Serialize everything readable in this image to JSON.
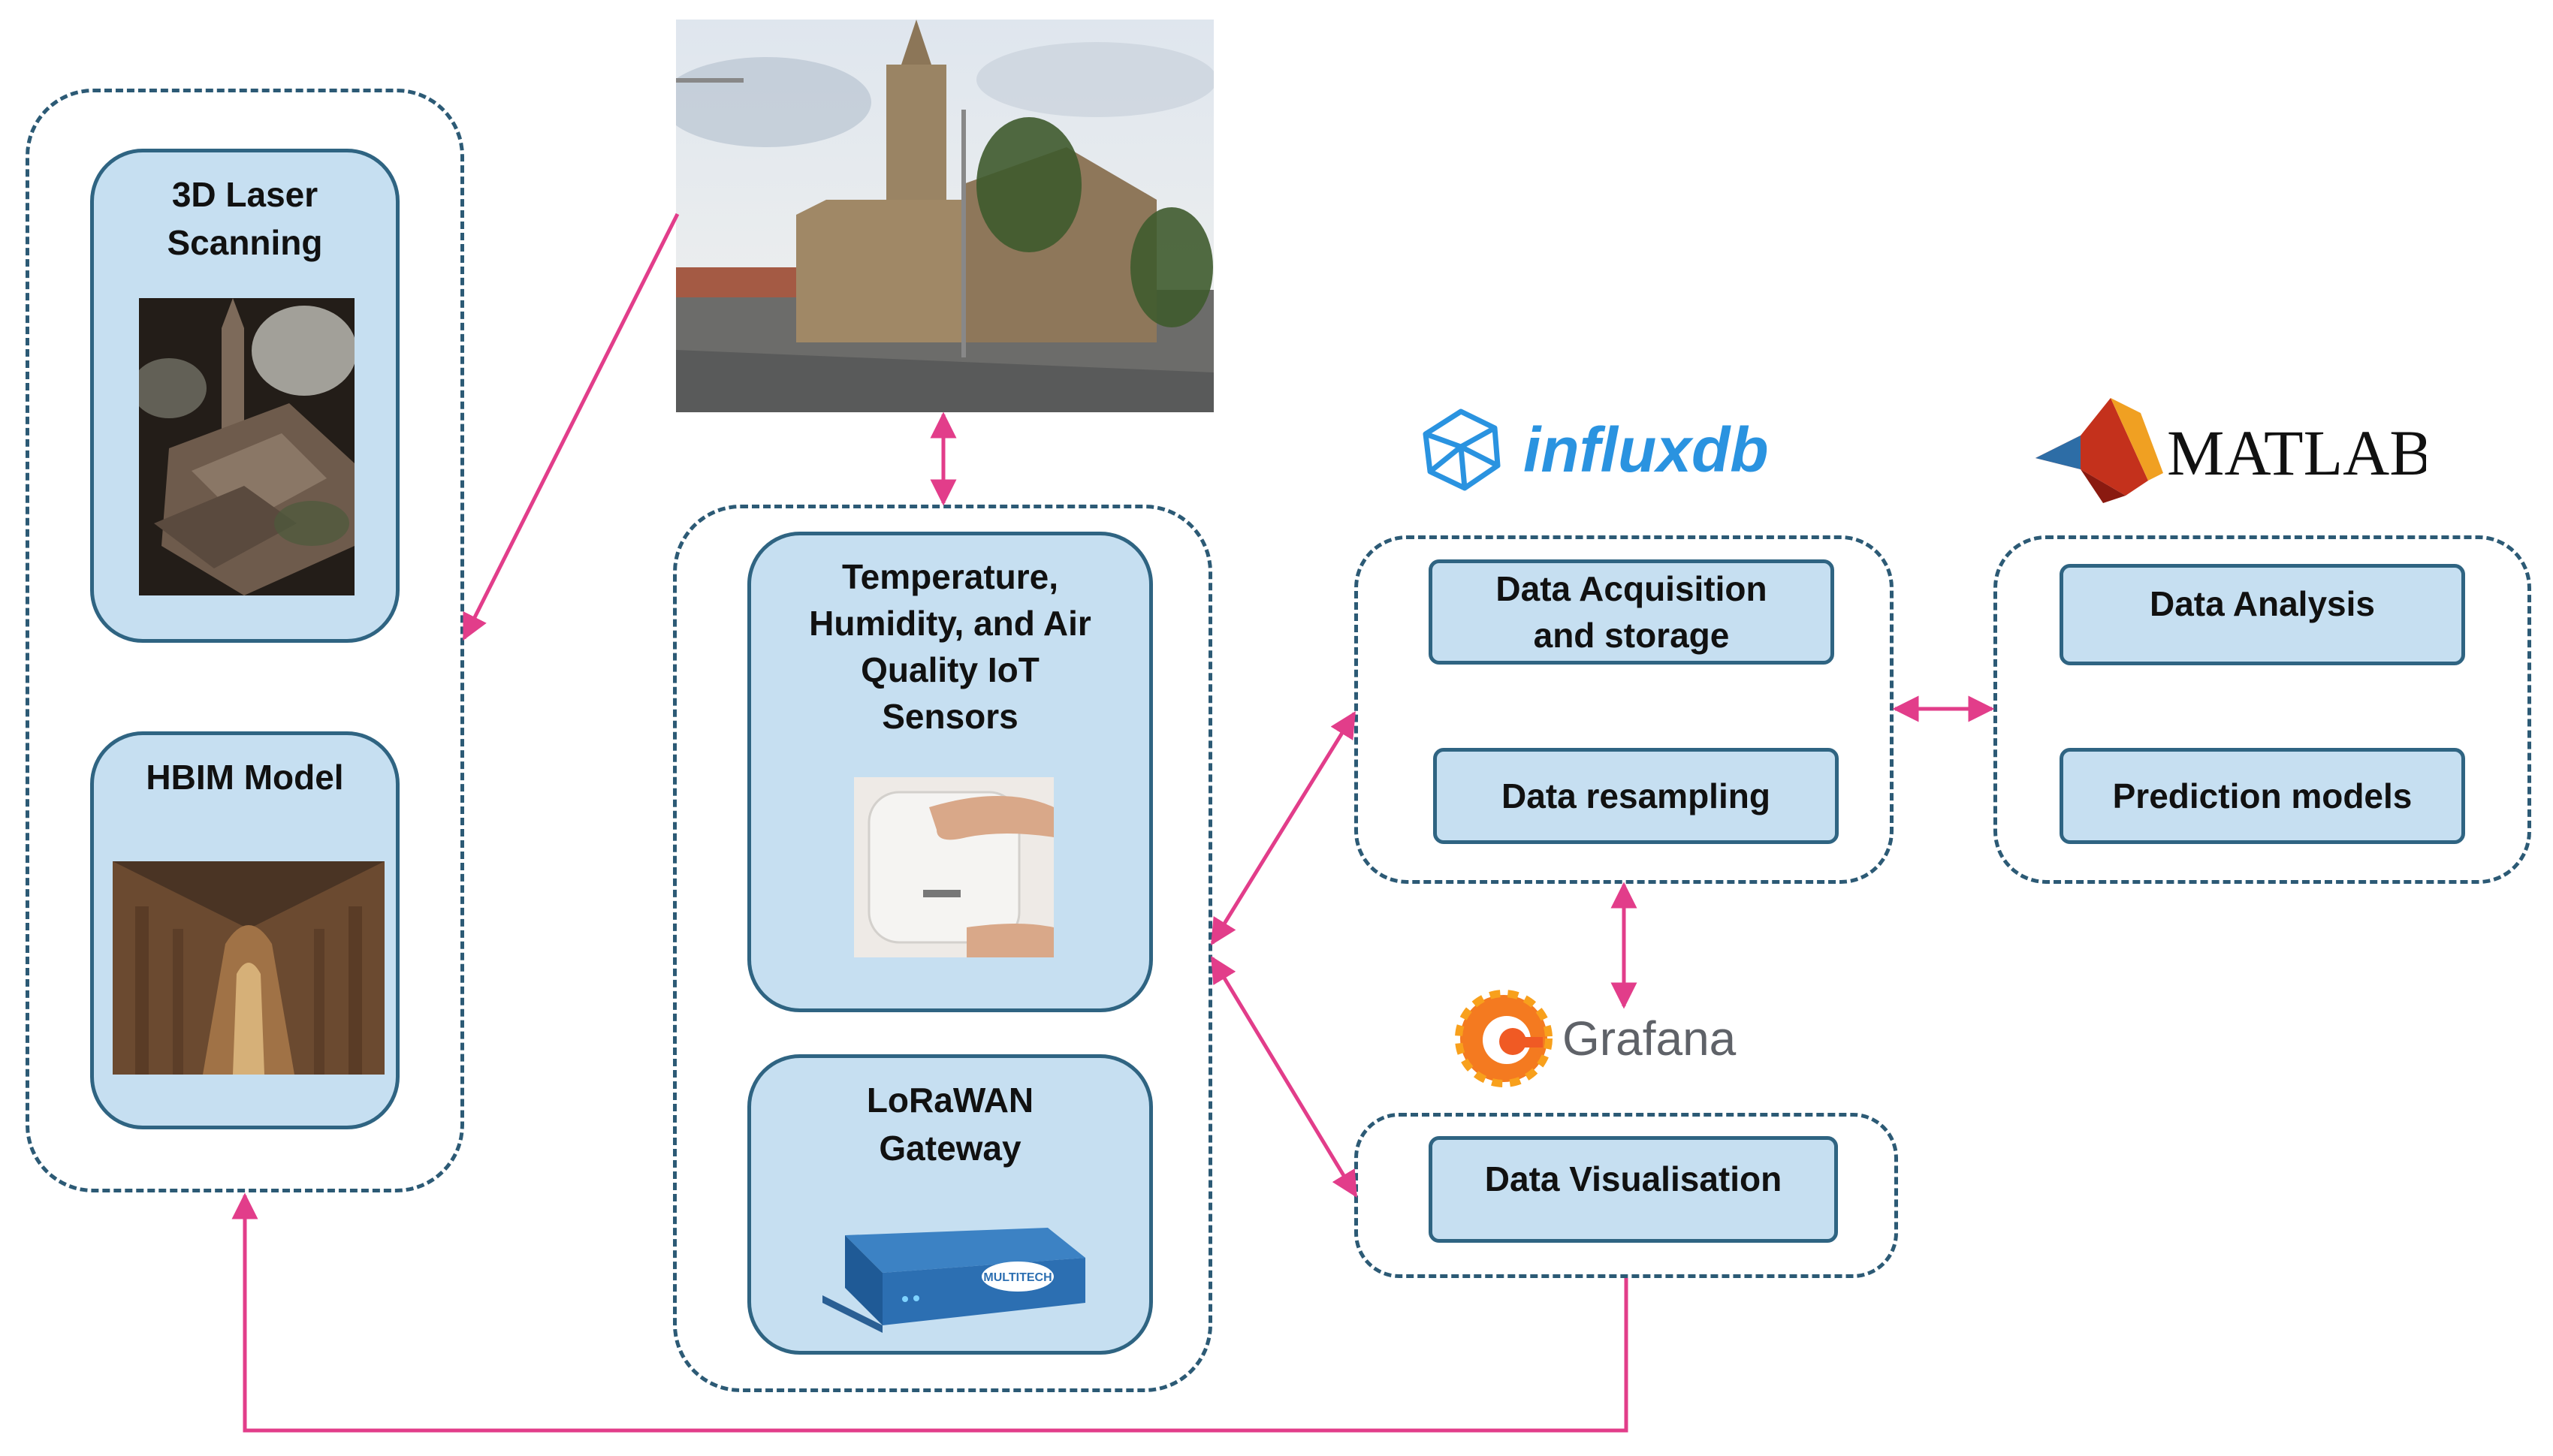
{
  "left_group": {
    "laser": {
      "title_line1": "3D Laser",
      "title_line2": "Scanning"
    },
    "hbim": {
      "title": "HBIM Model"
    }
  },
  "middle_group": {
    "sensors": {
      "line1": "Temperature,",
      "line2": "Humidity, and Air",
      "line3": "Quality IoT",
      "line4": "Sensors"
    },
    "gateway": {
      "line1": "LoRaWAN",
      "line2": "Gateway",
      "device_label": "MULTITECH"
    }
  },
  "influx_group": {
    "logo": "influxdb",
    "acquisition_line1": "Data Acquisition",
    "acquisition_line2": "and storage",
    "resampling": "Data resampling"
  },
  "matlab_group": {
    "logo": "MATLAB",
    "analysis": "Data Analysis",
    "prediction": "Prediction models"
  },
  "grafana_group": {
    "logo": "Grafana",
    "visualisation": "Data Visualisation"
  },
  "colors": {
    "arrow": "#e23d8a",
    "border": "#2c5a75",
    "box_fill": "#c6dff1"
  }
}
